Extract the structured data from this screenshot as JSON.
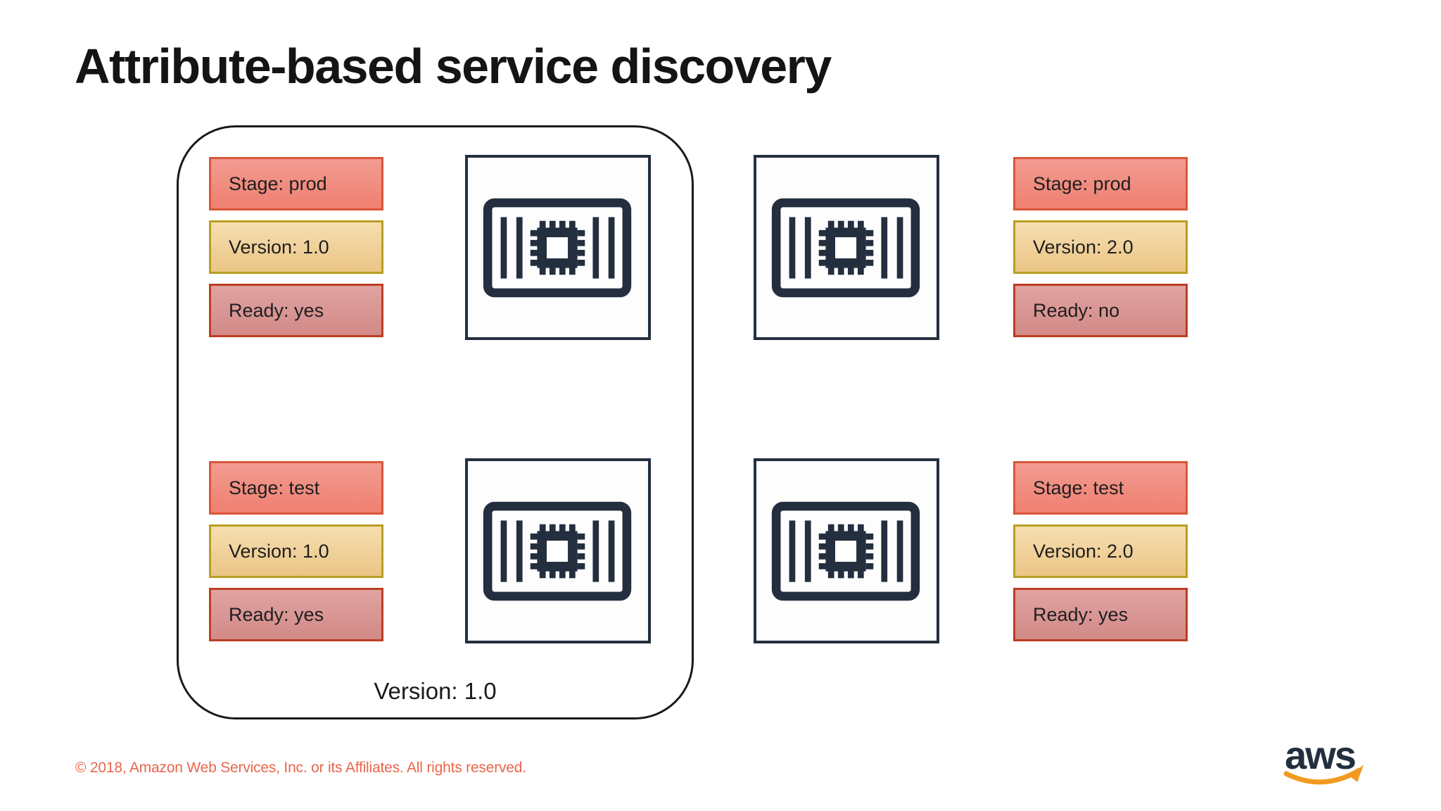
{
  "title": "Attribute-based service discovery",
  "group": {
    "caption": "Version: 1.0"
  },
  "services": [
    {
      "id": "prod-v1",
      "placement": "inside-group-top",
      "tags": {
        "stage": "Stage: prod",
        "version": "Version: 1.0",
        "ready": "Ready: yes"
      }
    },
    {
      "id": "test-v1",
      "placement": "inside-group-bottom",
      "tags": {
        "stage": "Stage: test",
        "version": "Version: 1.0",
        "ready": "Ready: yes"
      }
    },
    {
      "id": "prod-v2",
      "placement": "outside-group-top",
      "tags": {
        "stage": "Stage: prod",
        "version": "Version: 2.0",
        "ready": "Ready: no"
      }
    },
    {
      "id": "test-v2",
      "placement": "outside-group-bottom",
      "tags": {
        "stage": "Stage: test",
        "version": "Version: 2.0",
        "ready": "Ready: yes"
      }
    }
  ],
  "footer": {
    "copyright": "© 2018, Amazon Web Services, Inc. or its Affiliates. All rights reserved."
  },
  "logo": {
    "text": "aws"
  },
  "icons": {
    "container": "container-icon",
    "aws_smile": "aws-smile-icon"
  },
  "colors": {
    "title_text": "#141414",
    "stage_fill_top": "#f39b91",
    "stage_fill_bottom": "#ee8071",
    "stage_border": "#d9573a",
    "version_fill_top": "#f6deb0",
    "version_fill_bottom": "#eac586",
    "version_border": "#b89f22",
    "ready_fill_top": "#e0a3a1",
    "ready_fill_bottom": "#d28a88",
    "ready_border": "#bc3e22",
    "icon_navy": "#232f3e",
    "smile_orange": "#f2991f",
    "copyright_text": "#e8664b"
  }
}
